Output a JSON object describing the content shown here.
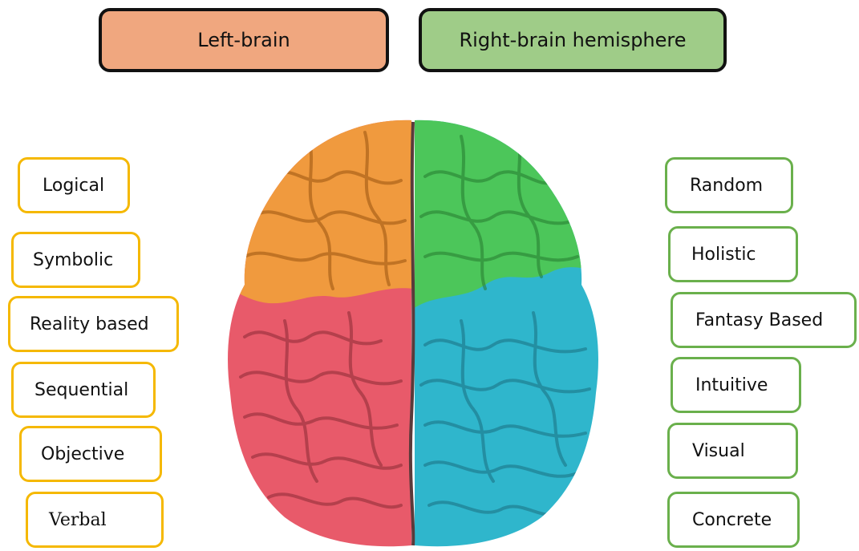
{
  "colors": {
    "left_header_fill": "#f0a77f",
    "right_header_fill": "#9fcc88",
    "left_tag_border": "#f5b800",
    "right_tag_border": "#6ab04c",
    "brain_orange": "#f09a3e",
    "brain_red": "#e85a6a",
    "brain_green": "#4cc65a",
    "brain_blue": "#2fb6cc"
  },
  "headers": {
    "left": "Left-brain",
    "right": "Right-brain hemisphere"
  },
  "left_traits": [
    "Logical",
    "Symbolic",
    "Reality based",
    "Sequential",
    "Objective",
    "Verbal"
  ],
  "right_traits": [
    "Random",
    "Holistic",
    "Fantasy Based",
    "Intuitive",
    "Visual",
    "Concrete"
  ],
  "brain": {
    "icon": "brain-illustration"
  }
}
